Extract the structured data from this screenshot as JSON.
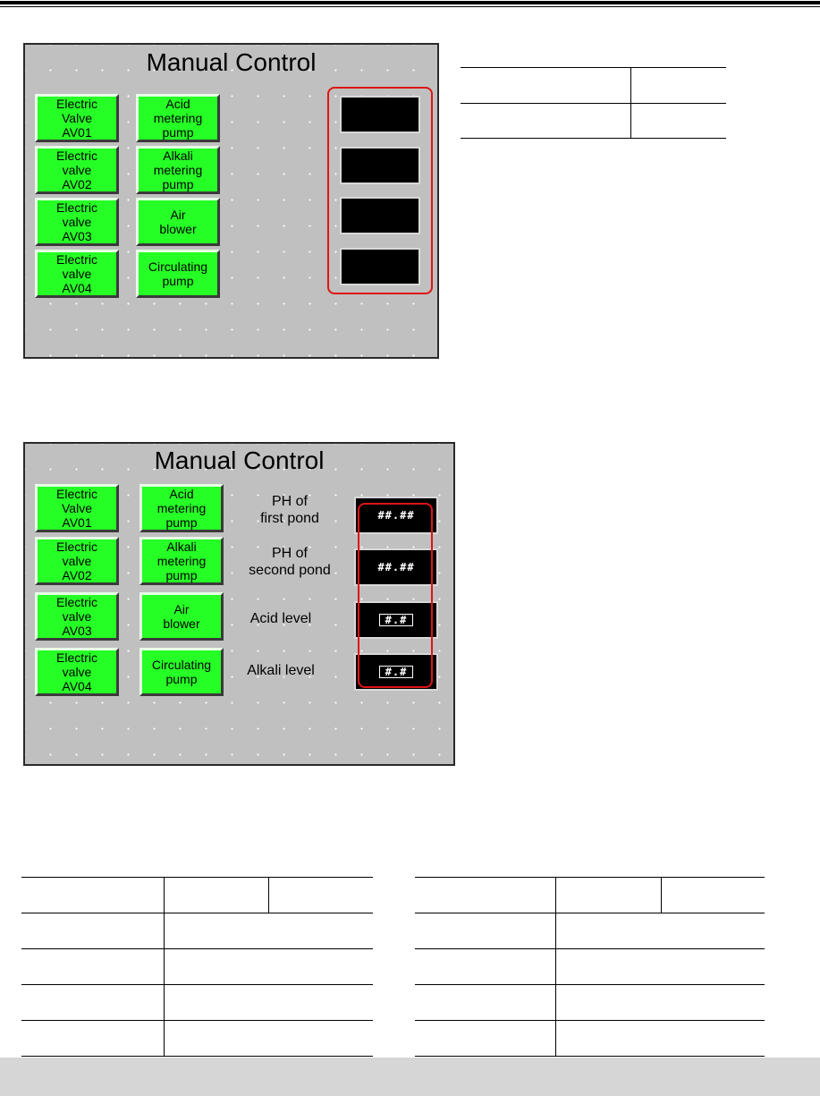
{
  "panel_top": {
    "title": "Manual Control",
    "buttons_left": [
      "Electric\nValve\nAV01",
      "Electric\nvalve\nAV02",
      "Electric\nvalve\nAV03",
      "Electric\nvalve\nAV04"
    ],
    "buttons_right": [
      "Acid\nmetering\npump",
      "Alkali\nmetering\npump",
      "Air\nblower",
      "Circulating\npump"
    ]
  },
  "panel_bottom": {
    "title": "Manual Control",
    "buttons_left": [
      "Electric\nValve\nAV01",
      "Electric\nvalve\nAV02",
      "Electric\nvalve\nAV03",
      "Electric\nvalve\nAV04"
    ],
    "buttons_right": [
      "Acid\nmetering\npump",
      "Alkali\nmetering\npump",
      "Air\nblower",
      "Circulating\npump"
    ],
    "labels": [
      "PH of\nfirst pond",
      "PH of\nsecond pond",
      "Acid level",
      "Alkali level"
    ],
    "displays": [
      "##.##",
      "##.##",
      "#.#",
      "#.#"
    ]
  },
  "colors": {
    "button_green": "#26ff26",
    "highlight_red": "#e01414",
    "panel_gray": "#c0c0c0",
    "display_black": "#000000"
  }
}
